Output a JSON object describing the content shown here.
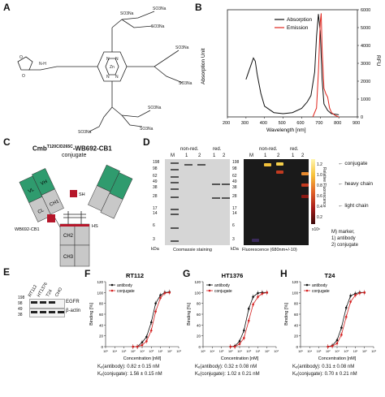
{
  "panels": {
    "A": {
      "label": "A",
      "groups": [
        "SO3Na",
        "SO3Na",
        "SO3Na",
        "SO3Na",
        "SO3Na",
        "SO3Na",
        "SO3Na",
        "SO3Na"
      ],
      "atoms": {
        "N": "N",
        "Zn": "Zn",
        "O": "O",
        "NH": "N‑H"
      }
    },
    "B": {
      "label": "B",
      "legend": [
        "Absorption",
        "Emission"
      ],
      "xlabel": "Wavelength [nm]",
      "ylabel_left": "Absorption Unit",
      "ylabel_right": "RFU",
      "xticks": [
        "200",
        "300",
        "400",
        "500",
        "600",
        "700",
        "800",
        "900"
      ],
      "yticks_right": [
        "0",
        "1000",
        "2000",
        "3000",
        "4000",
        "5000",
        "6000"
      ]
    },
    "C": {
      "label": "C",
      "title_main": "Cmb",
      "title_sup": "T120C/D265C",
      "title_tail": "-WB692-CB1",
      "subtitle": "conjugate",
      "domains": [
        "VH",
        "VL",
        "CH1",
        "CL",
        "CH2",
        "CH3",
        "CH2",
        "CH3"
      ],
      "sh": "SH",
      "hs": "HS",
      "payload": "WB692-CB1"
    },
    "D": {
      "label": "D",
      "left_header": {
        "nonred": "non-red.",
        "red": "red."
      },
      "right_header": {
        "nonred": "non-red.",
        "red": "red."
      },
      "lanes": [
        "M",
        "1",
        "2",
        "1",
        "2"
      ],
      "mw": [
        "198",
        "98",
        "62",
        "49",
        "38",
        "28",
        "17",
        "14",
        "6",
        "3"
      ],
      "kda": "kDa",
      "caption_left": "Coomassie staining",
      "caption_right": "Fluorescence (680nm+/-10)",
      "colorbar_ticks": [
        "1.2",
        "1.0",
        "0.8",
        "0.6",
        "0.4",
        "0.2"
      ],
      "colorbar_label": "Relative Fluorescence",
      "colorbar_exp": "x10⁶",
      "arrows": [
        "conjugate",
        "heavy chain",
        "light chain"
      ],
      "legend": [
        "M) marker,",
        "1) antibody",
        "2) conjugate"
      ]
    },
    "E": {
      "label": "E",
      "lanes": [
        "RT112",
        "HT1376",
        "T24",
        "CHO"
      ],
      "mw": [
        "198",
        "98",
        "49",
        "38"
      ],
      "bands": [
        "EGFR",
        "β-actin"
      ]
    },
    "F": {
      "label": "F",
      "title": "RT112",
      "kd1": "Kₑ(antibody): 0.82 ± 0.15 nM",
      "kd2": "Kₑ(conjugate): 1.56 ± 0.15 nM"
    },
    "G": {
      "label": "G",
      "title": "HT1376",
      "kd1": "Kₑ(antibody): 0.32 ± 0.08 nM",
      "kd2": "Kₑ(conjugate): 1.02 ± 0.21 nM"
    },
    "H": {
      "label": "H",
      "title": "T24",
      "kd1": "Kₑ(antibody): 0.31 ± 0.08 nM",
      "kd2": "Kₑ(conjugate): 0.70 ± 0.21 nM"
    }
  },
  "binding_common": {
    "legend": [
      "antibody",
      "conjugate"
    ],
    "xlabel": "Concentration [nM]",
    "ylabel": "Binding [%]",
    "yticks": [
      "0",
      "20",
      "40",
      "60",
      "80",
      "100",
      "120"
    ],
    "xticks": [
      "10⁵",
      "10⁴",
      "10³",
      "10²",
      "10¹",
      "10⁰",
      "10¹",
      "10²",
      "10³"
    ]
  },
  "colors": {
    "antibody": "#111111",
    "conjugate": "#d42020",
    "emission": "#e0261e",
    "vh": "#2f9b6e",
    "ch": "#c8c8c8",
    "payload": "#b5162a"
  },
  "chart_data": [
    {
      "type": "line",
      "xlabel": "Wavelength [nm]",
      "ylabel": "Absorption Unit",
      "xlim": [
        200,
        900
      ],
      "series": [
        {
          "name": "Absorption",
          "x": [
            300,
            320,
            340,
            350,
            360,
            380,
            400,
            450,
            500,
            550,
            600,
            630,
            650,
            670,
            680,
            690,
            700,
            710,
            720,
            740,
            760,
            800
          ],
          "values": [
            0.35,
            0.45,
            0.55,
            0.52,
            0.4,
            0.22,
            0.1,
            0.04,
            0.03,
            0.04,
            0.08,
            0.14,
            0.2,
            0.42,
            0.75,
            0.96,
            0.8,
            0.35,
            0.12,
            0.06,
            0.03,
            0.02
          ]
        },
        {
          "name": "Emission",
          "x": [
            660,
            680,
            690,
            700,
            705,
            710,
            720,
            730,
            740,
            750,
            760,
            780,
            800
          ],
          "values": [
            0,
            500,
            2500,
            5300,
            5800,
            3800,
            1600,
            1300,
            1100,
            500,
            250,
            80,
            0
          ]
        }
      ]
    },
    {
      "type": "scatter",
      "title": "RT112",
      "xlabel": "Concentration [nM]",
      "ylabel": "Binding [%]",
      "ylim": [
        0,
        120
      ],
      "log_x": true,
      "series": [
        {
          "name": "antibody",
          "x": [
            0.01,
            0.03,
            0.1,
            0.3,
            1,
            3,
            10,
            30,
            100
          ],
          "values": [
            0,
            0,
            8,
            18,
            45,
            80,
            95,
            100,
            101
          ]
        },
        {
          "name": "conjugate",
          "x": [
            0.01,
            0.03,
            0.1,
            0.3,
            1,
            3,
            10,
            30,
            100
          ],
          "values": [
            0,
            0,
            3,
            10,
            30,
            65,
            90,
            99,
            100
          ]
        }
      ]
    },
    {
      "type": "scatter",
      "title": "HT1376",
      "xlabel": "Concentration [nM]",
      "ylabel": "Binding [%]",
      "ylim": [
        0,
        120
      ],
      "log_x": true,
      "series": [
        {
          "name": "antibody",
          "x": [
            0.01,
            0.03,
            0.1,
            0.3,
            1,
            3,
            10,
            30,
            100
          ],
          "values": [
            0,
            1,
            10,
            30,
            70,
            92,
            99,
            100,
            100
          ]
        },
        {
          "name": "conjugate",
          "x": [
            0.01,
            0.03,
            0.1,
            0.3,
            1,
            3,
            10,
            30,
            100
          ],
          "values": [
            0,
            0,
            5,
            16,
            48,
            78,
            92,
            98,
            100
          ]
        }
      ]
    },
    {
      "type": "scatter",
      "title": "T24",
      "xlabel": "Concentration [nM]",
      "ylabel": "Binding [%]",
      "ylim": [
        0,
        120
      ],
      "log_x": true,
      "series": [
        {
          "name": "antibody",
          "x": [
            0.01,
            0.03,
            0.1,
            0.3,
            1,
            3,
            10,
            30,
            100
          ],
          "values": [
            0,
            2,
            12,
            35,
            72,
            94,
            98,
            100,
            100
          ]
        },
        {
          "name": "conjugate",
          "x": [
            0.01,
            0.03,
            0.1,
            0.3,
            1,
            3,
            10,
            30,
            100
          ],
          "values": [
            0,
            1,
            6,
            22,
            55,
            83,
            95,
            99,
            100
          ]
        }
      ]
    }
  ]
}
